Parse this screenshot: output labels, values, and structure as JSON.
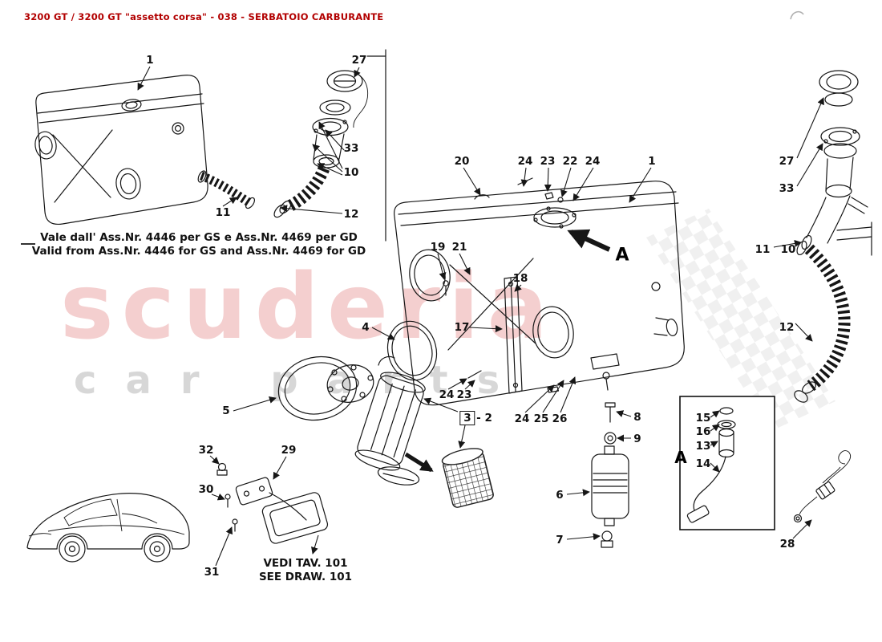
{
  "header": {
    "title": "3200 GT / 3200 GT \"assetto corsa\" - 038 - SERBATOIO CARBURANTE"
  },
  "watermark": {
    "primary": "scuderia",
    "secondary": "car parts"
  },
  "notes": {
    "validity_line1": "Vale dall' Ass.Nr. 4446 per GS e Ass.Nr. 4469 per GD",
    "validity_line2": "Valid from Ass.Nr. 4446 for GS and  Ass.Nr. 4469 for GD",
    "see_drawing_line1": "VEDI TAV. 101",
    "see_drawing_line2": "SEE DRAW. 101"
  },
  "detail_markers": {
    "main": "A",
    "inset": "A"
  },
  "colors": {
    "header_red": "#b20000",
    "watermark_red": "#d5393b",
    "watermark_gray": "#8f8f8f",
    "line_black": "#161616"
  },
  "callouts": [
    {
      "label": "1"
    },
    {
      "label": "27"
    },
    {
      "label": "33"
    },
    {
      "label": "10"
    },
    {
      "label": "11"
    },
    {
      "label": "12"
    },
    {
      "label": "20"
    },
    {
      "label": "24"
    },
    {
      "label": "23"
    },
    {
      "label": "22"
    },
    {
      "label": "24"
    },
    {
      "label": "1"
    },
    {
      "label": "27"
    },
    {
      "label": "33"
    },
    {
      "label": "11"
    },
    {
      "label": "10"
    },
    {
      "label": "12"
    },
    {
      "label": "19"
    },
    {
      "label": "21"
    },
    {
      "label": "18"
    },
    {
      "label": "17"
    },
    {
      "label": "4"
    },
    {
      "label": "5"
    },
    {
      "label": "3",
      "boxed": true
    },
    {
      "label": "- 2"
    },
    {
      "label": "24"
    },
    {
      "label": "23"
    },
    {
      "label": "24"
    },
    {
      "label": "25"
    },
    {
      "label": "26"
    },
    {
      "label": "8"
    },
    {
      "label": "9"
    },
    {
      "label": "15"
    },
    {
      "label": "16"
    },
    {
      "label": "13"
    },
    {
      "label": "14"
    },
    {
      "label": "6"
    },
    {
      "label": "7"
    },
    {
      "label": "28"
    },
    {
      "label": "32"
    },
    {
      "label": "29"
    },
    {
      "label": "30"
    },
    {
      "label": "31"
    }
  ]
}
